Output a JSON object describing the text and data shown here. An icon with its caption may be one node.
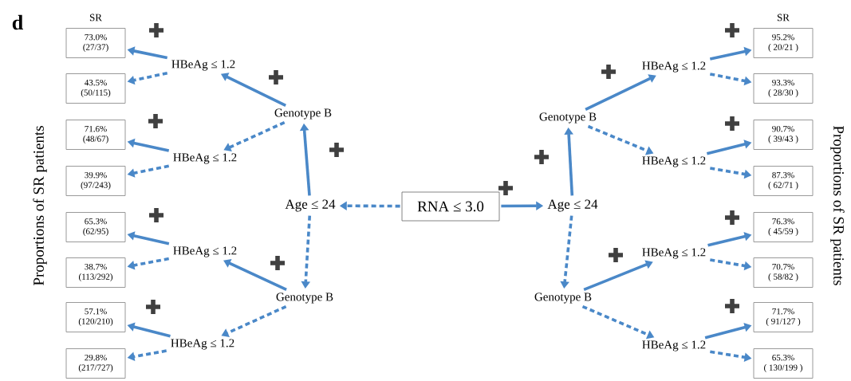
{
  "diagram": {
    "nodes": [
      {
        "text": [
          "RNA ≤ 3.0"
        ]
      },
      {
        "text": [
          "Age ≤ 24"
        ]
      },
      {
        "text": [
          "Genotype  B"
        ]
      },
      {
        "text": [
          "Genotype  B"
        ]
      },
      {
        "text": [
          "HBeAg ≤ 1.2"
        ]
      },
      {
        "text": [
          "HBeAg ≤ 1.2"
        ]
      },
      {
        "text": [
          "HBeAg ≤ 1.2"
        ]
      },
      {
        "text": [
          "HBeAg ≤ 1.2"
        ]
      },
      {
        "text": [
          "73.0%",
          "(27/37)"
        ]
      },
      {
        "text": [
          "43.5%",
          "(50/115)"
        ]
      },
      {
        "text": [
          "71.6%",
          "(48/67)"
        ]
      },
      {
        "text": [
          "39.9%",
          "(97/243)"
        ]
      },
      {
        "text": [
          "65.3%",
          "(62/95)"
        ]
      },
      {
        "text": [
          "38.7%",
          "(113/292)"
        ]
      },
      {
        "text": [
          "57.1%",
          "(120/210)"
        ]
      },
      {
        "text": [
          "29.8%",
          "(217/727)"
        ]
      },
      {
        "text": [
          "Age ≤ 24"
        ]
      },
      {
        "text": [
          "Genotype  B"
        ]
      },
      {
        "text": [
          "Genotype  B"
        ]
      },
      {
        "text": [
          "HBeAg ≤ 1.2"
        ]
      },
      {
        "text": [
          "HBeAg ≤ 1.2"
        ]
      },
      {
        "text": [
          "HBeAg ≤ 1.2"
        ]
      },
      {
        "text": [
          "HBeAg ≤ 1.2"
        ]
      },
      {
        "text": [
          "95.2%",
          "( 20/21 )"
        ]
      },
      {
        "text": [
          "93.3%",
          "( 28/30 )"
        ]
      },
      {
        "text": [
          "90.7%",
          "( 39/43 )"
        ]
      },
      {
        "text": [
          "87.3%",
          "( 62/71 )"
        ]
      },
      {
        "text": [
          "76.3%",
          "( 45/59 )"
        ]
      },
      {
        "text": [
          "70.7%",
          "( 58/82 )"
        ]
      },
      {
        "text": [
          "71.7%",
          "( 91/127 )"
        ]
      },
      {
        "text": [
          "65.3%",
          "( 130/199 )"
        ]
      }
    ],
    "edges": [
      {
        "from": 0,
        "to": 1,
        "arrow": "to",
        "style": "dashed"
      },
      {
        "from": 1,
        "to": 2,
        "arrow": "to"
      },
      {
        "from": 1,
        "to": 3,
        "arrow": "to",
        "style": "dashed"
      },
      {
        "from": 2,
        "to": 4,
        "arrow": "to"
      },
      {
        "from": 2,
        "to": 5,
        "arrow": "to",
        "style": "dashed"
      },
      {
        "from": 3,
        "to": 6,
        "arrow": "to"
      },
      {
        "from": 3,
        "to": 7,
        "arrow": "to",
        "style": "dashed"
      },
      {
        "from": 4,
        "to": 8,
        "arrow": "to"
      },
      {
        "from": 4,
        "to": 9,
        "arrow": "to",
        "style": "dashed"
      },
      {
        "from": 5,
        "to": 10,
        "arrow": "to"
      },
      {
        "from": 5,
        "to": 11,
        "arrow": "to",
        "style": "dashed"
      },
      {
        "from": 6,
        "to": 12,
        "arrow": "to"
      },
      {
        "from": 6,
        "to": 13,
        "arrow": "to",
        "style": "dashed"
      },
      {
        "from": 7,
        "to": 14,
        "arrow": "to"
      },
      {
        "from": 7,
        "to": 15,
        "arrow": "to",
        "style": "dashed"
      },
      {
        "from": 0,
        "to": 16,
        "arrow": "to"
      },
      {
        "from": 16,
        "to": 17,
        "arrow": "to"
      },
      {
        "from": 16,
        "to": 18,
        "arrow": "to",
        "style": "dashed"
      },
      {
        "from": 17,
        "to": 19,
        "arrow": "to"
      },
      {
        "from": 17,
        "to": 20,
        "arrow": "to",
        "style": "dashed"
      },
      {
        "from": 18,
        "to": 21,
        "arrow": "to"
      },
      {
        "from": 18,
        "to": 22,
        "arrow": "to",
        "style": "dashed"
      },
      {
        "from": 19,
        "to": 23,
        "arrow": "to"
      },
      {
        "from": 19,
        "to": 24,
        "arrow": "to",
        "style": "dashed"
      },
      {
        "from": 20,
        "to": 25,
        "arrow": "to"
      },
      {
        "from": 20,
        "to": 26,
        "arrow": "to",
        "style": "dashed"
      },
      {
        "from": 21,
        "to": 27,
        "arrow": "to"
      },
      {
        "from": 21,
        "to": 28,
        "arrow": "to",
        "style": "dashed"
      },
      {
        "from": 22,
        "to": 29,
        "arrow": "to"
      },
      {
        "from": 22,
        "to": 30,
        "arrow": "to",
        "style": "dashed"
      }
    ],
    "labels": [
      "d",
      "SR",
      "SR",
      "Proportions of SR patients",
      "Proportions of SR patients"
    ]
  }
}
